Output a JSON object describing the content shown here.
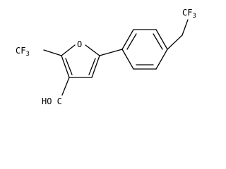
{
  "molecule": {
    "labels": {
      "ring_oxygen": "O",
      "cf3_left_main": "CF",
      "cf3_left_sub": "3",
      "cf3_right_main": "CF",
      "cf3_right_sub": "3",
      "carboxylic_acid": "HO C"
    },
    "colors": {
      "bond": "#000000",
      "text": "#000000",
      "background": "#ffffff"
    }
  }
}
